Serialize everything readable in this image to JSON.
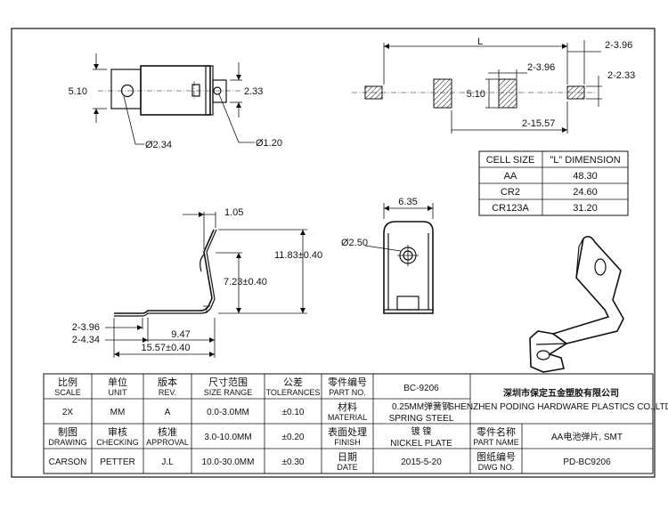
{
  "view_top": {
    "height": "5.10",
    "tab_width": "2.33",
    "hole_big": "Ø2.34",
    "hole_small": "Ø1.20"
  },
  "view_section": {
    "overall": "L",
    "width_right": "2-3.96",
    "width_mid": "2-3.96",
    "tab_right": "2-2.33",
    "height": "5.10",
    "pitch": "2-15.57"
  },
  "cell_table": {
    "headers": [
      "CELL SIZE",
      "\"L\"  DIMENSION"
    ],
    "rows": [
      [
        "AA",
        "48.30"
      ],
      [
        "CR2",
        "24.60"
      ],
      [
        "CR123A",
        "31.20"
      ]
    ]
  },
  "view_side": {
    "thickness": "1.05",
    "height_total": "11.83±0.40",
    "height_hole": "7.23±0.40",
    "width1": "2-3.96",
    "width2": "2-4.34",
    "length1": "9.47",
    "length_total": "15.57±0.40"
  },
  "view_front": {
    "width": "6.35",
    "hole": "Ø2.50"
  },
  "title_block": {
    "scale": {
      "cn": "比例",
      "en": "SCALE",
      "value": "2X"
    },
    "unit": {
      "cn": "单位",
      "en": "UNIT",
      "value": "MM"
    },
    "rev": {
      "cn": "版本",
      "en": "REV.",
      "value": "A"
    },
    "size_range": {
      "cn": "尺寸范围",
      "en": "SIZE RANGE",
      "values": [
        "0.0-3.0MM",
        "3.0-10.0MM",
        "10.0-30.0MM"
      ]
    },
    "tolerances": {
      "cn": "公差",
      "en": "TOLERANCES",
      "values": [
        "±0.10",
        "±0.20",
        "±0.30"
      ]
    },
    "drawing": {
      "cn": "制图",
      "en": "DRAWING",
      "value": "CARSON"
    },
    "checking": {
      "cn": "审核",
      "en": "CHECKING",
      "value": "PETTER"
    },
    "approval": {
      "cn": "核准",
      "en": "APPROVAL",
      "value": "J.L"
    },
    "part_no": {
      "cn": "零件编号",
      "en": "PART NO.",
      "value": "BC-9206"
    },
    "material": {
      "cn": "材料",
      "en": "MATERIAL",
      "value_cn": "0.25MM弹簧钢",
      "value_en": "SPRING STEEL"
    },
    "finish": {
      "cn": "表面处理",
      "en": "FINISH",
      "value_cn": "镀  镍",
      "value_en": "NICKEL PLATE"
    },
    "date": {
      "cn": "日期",
      "en": "DATE",
      "value": "2015-5-20"
    },
    "company_cn": "深圳市保定五金塑胶有限公司",
    "company_en": "SHENZHEN PODING HARDWARE PLASTICS CO.,LTD.",
    "part_name": {
      "cn": "零件名称",
      "en": "PART NAME",
      "value": "AA电池弹片, SMT"
    },
    "dwg_no": {
      "cn": "图纸编号",
      "en": "DWG NO.",
      "value": "PD-BC9206"
    }
  }
}
